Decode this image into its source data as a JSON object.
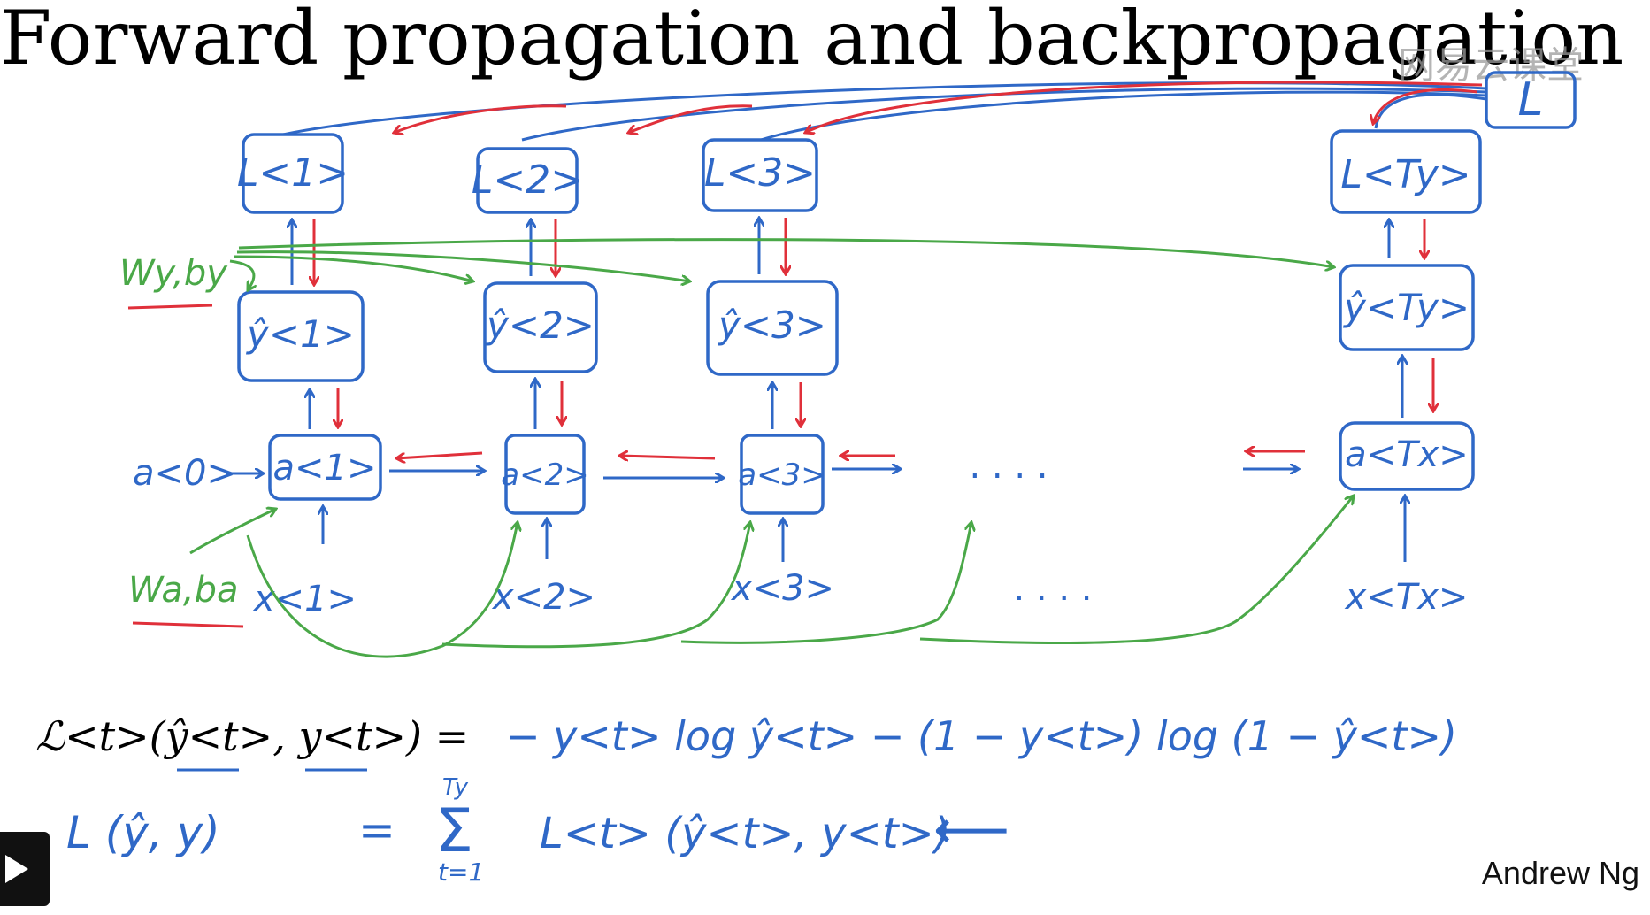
{
  "title": "Forward propagation and backpropagation",
  "watermark": "网易云课堂",
  "author": "Andrew Ng",
  "colors": {
    "forward": "#2f68c7",
    "backward": "#e0303a",
    "params": "#4aa848",
    "text": "#000000"
  },
  "diagram": {
    "params_y": "Wy,by",
    "params_a": "Wa,ba",
    "a_init": "a<0>",
    "nodes": [
      {
        "id": "t1",
        "loss": "L<1>",
        "yhat": "ŷ<1>",
        "a": "a<1>",
        "x": "x<1>"
      },
      {
        "id": "t2",
        "loss": "L<2>",
        "yhat": "ŷ<2>",
        "a": "a<2>",
        "x": "x<2>"
      },
      {
        "id": "t3",
        "loss": "L<3>",
        "yhat": "ŷ<3>",
        "a": "a<3>",
        "x": "x<3>"
      },
      {
        "id": "tT",
        "loss": "L<Ty>",
        "yhat": "ŷ<Ty>",
        "a": "a<Tx>",
        "x": "x<Tx>"
      }
    ],
    "total_loss": "L",
    "ellipsis_a": ". . . .",
    "ellipsis_x": ". . . ."
  },
  "equations": {
    "lt_lhs": "ℒ<t>(ŷ<t>, y<t>) =",
    "lt_rhs": "− y<t> log ŷ<t> − (1 − y<t>) log (1 − ŷ<t>)",
    "total_lhs": "L (ŷ, y)",
    "total_eq": "=",
    "sum_top": "Ty",
    "sum_bottom": "t=1",
    "total_rhs": "L<t> (ŷ<t>, y<t>)",
    "arrow": "⟵"
  }
}
